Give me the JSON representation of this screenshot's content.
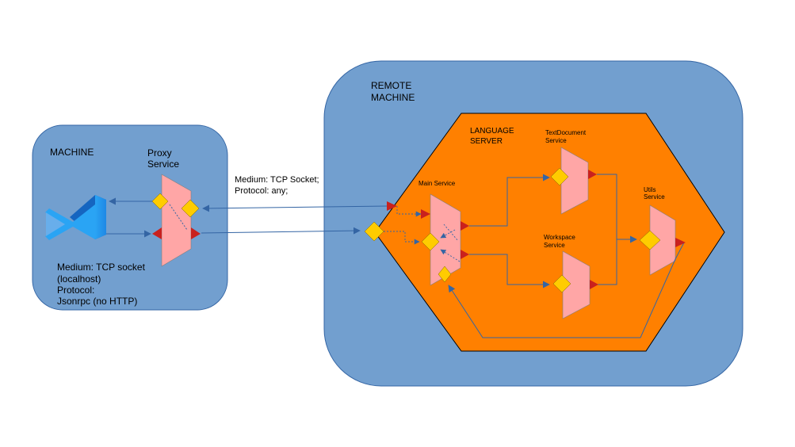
{
  "colors": {
    "machine_fill": "#729fcf",
    "machine_stroke": "#3465a4",
    "server_fill": "#ff8000",
    "service_fill": "#ffa6a6",
    "port_diamond": "#ffcc00",
    "port_triangle": "#c9211e",
    "connector": "#3465a4",
    "vscode_light": "#2aa4f4",
    "vscode_dark": "#1565c0"
  },
  "local_machine": {
    "title": "MACHINE",
    "app_icon": "vscode-icon",
    "note_lines": [
      "Medium: TCP socket",
      "(localhost)",
      "Protocol:",
      "Jsonrpc (no HTTP)"
    ]
  },
  "proxy": {
    "title_lines": [
      "Proxy",
      "Service"
    ]
  },
  "network_link": {
    "lines": [
      "Medium: TCP Socket;",
      "Protocol: any;"
    ]
  },
  "remote_machine": {
    "title_lines": [
      "REMOTE",
      "MACHINE"
    ]
  },
  "language_server": {
    "title_lines": [
      "LANGUAGE",
      "SERVER"
    ],
    "services": {
      "main": {
        "title_lines": [
          "Main Service"
        ]
      },
      "text_document": {
        "title_lines": [
          "TextDocument",
          "Service"
        ]
      },
      "workspace": {
        "title_lines": [
          "Workspace",
          "Service"
        ]
      },
      "utils": {
        "title_lines": [
          "Utils",
          "Service"
        ]
      }
    }
  }
}
